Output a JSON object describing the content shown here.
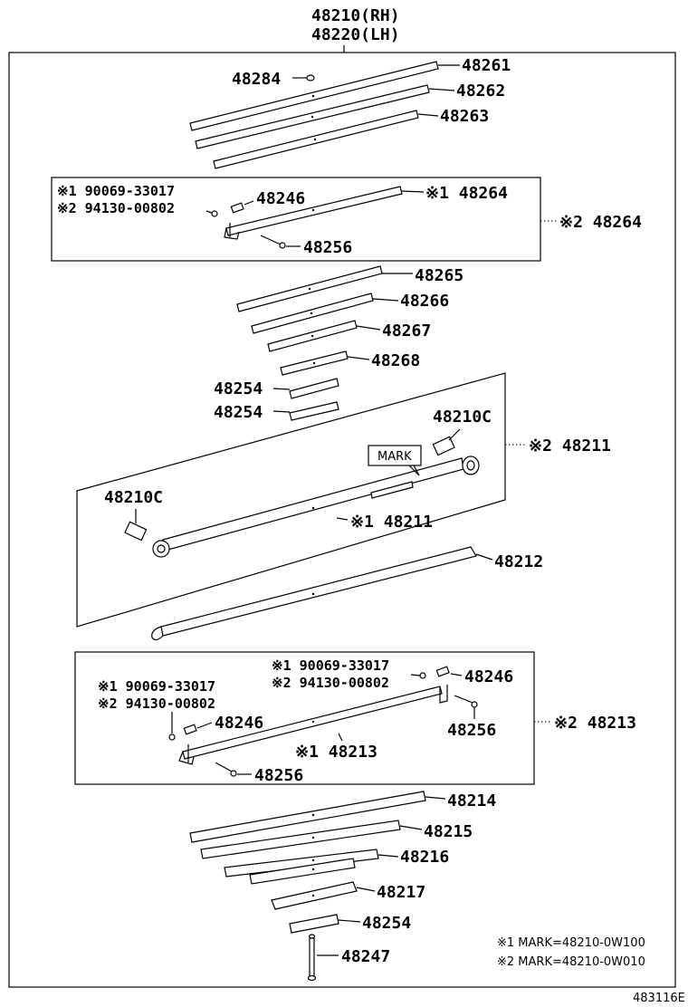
{
  "header": {
    "rh": "48210(RH)",
    "lh": "48220(LH)"
  },
  "labels": {
    "p48284": "48284",
    "p48261": "48261",
    "p48262": "48262",
    "p48263": "48263",
    "g1_bolt": "※1 90069-33017",
    "g1_nut": "※2 94130-00802",
    "g1_48246": "48246",
    "g1_48264": "※1 48264",
    "g1_48256": "48256",
    "g1_outer": "※2 48264",
    "p48265": "48265",
    "p48266": "48266",
    "p48267": "48267",
    "p48268": "48268",
    "p48254a": "48254",
    "p48254b": "48254",
    "bush_r": "48210C",
    "mark": "MARK",
    "g2_outer": "※2 48211",
    "bush_l": "48210C",
    "g2_48211": "※1 48211",
    "p48212": "48212",
    "g3_bolt_r": "※1 90069-33017",
    "g3_nut_r": "※2 94130-00802",
    "g3_48246_r": "48246",
    "g3_bolt_l": "※1 90069-33017",
    "g3_nut_l": "※2 94130-00802",
    "g3_48246_l": "48246",
    "g3_48256_r": "48256",
    "g3_48213": "※1 48213",
    "g3_48256_l": "48256",
    "g3_outer": "※2 48213",
    "p48214": "48214",
    "p48215": "48215",
    "p48216": "48216",
    "p48217": "48217",
    "p48254c": "48254",
    "p48247": "48247"
  },
  "notes": {
    "n1": "※1  MARK=48210-0W100",
    "n2": "※2  MARK=48210-0W010"
  },
  "figure_code": "483116E"
}
